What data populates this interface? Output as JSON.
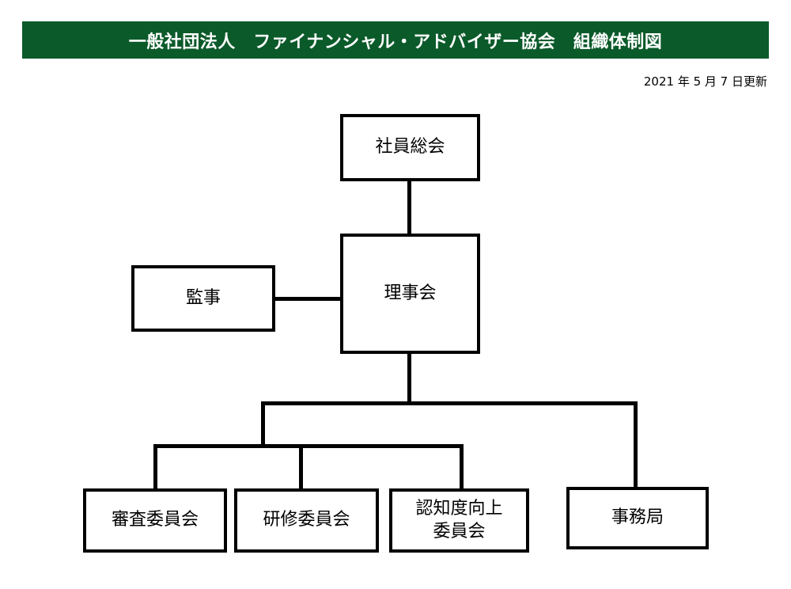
{
  "header": {
    "title": "一般社団法人　ファイナンシャル・アドバイザー協会　組織体制図",
    "updated": "2021 年 5 月 7 日更新"
  },
  "org_chart": {
    "general_meeting": "社員総会",
    "board": "理事会",
    "auditor": "監事",
    "committees": [
      "審査委員会",
      "研修委員会",
      "認知度向上\n委員会"
    ],
    "secretariat": "事務局"
  },
  "colors": {
    "title_bg": "#0b5a2a",
    "title_text": "#ffffff",
    "line": "#000000"
  }
}
